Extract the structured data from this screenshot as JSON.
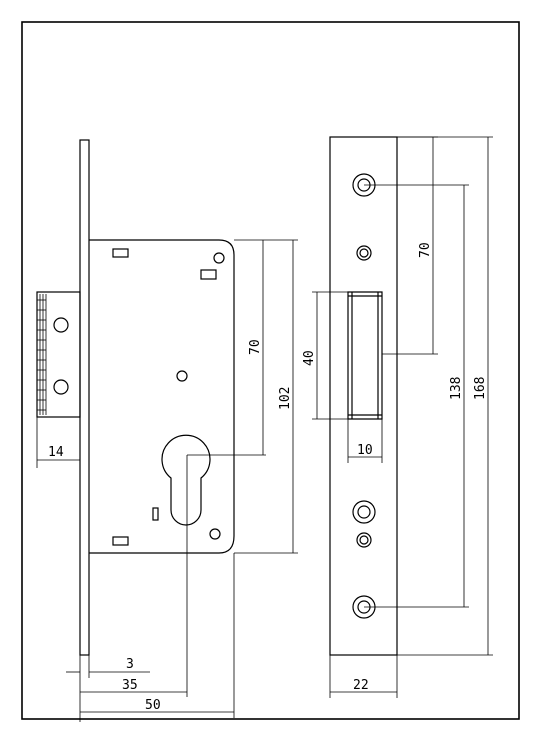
{
  "dimensions": {
    "lock_body_width": "50",
    "backset": "35",
    "faceplate_thickness": "3",
    "latch_projection": "14",
    "upper_height": "70",
    "body_height": "102",
    "faceplate_upper_offset": "70",
    "latch_height": "40",
    "latch_width": "10",
    "screw_spacing": "138",
    "faceplate_length": "168",
    "faceplate_width": "22"
  }
}
